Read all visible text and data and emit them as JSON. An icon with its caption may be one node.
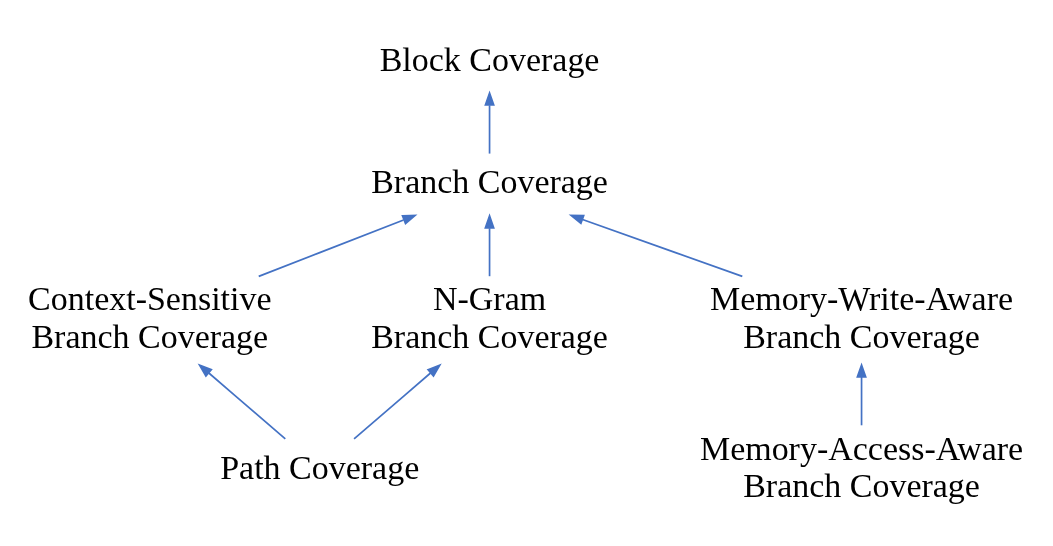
{
  "diagram": {
    "nodes": [
      {
        "text": [
          "Block Coverage"
        ]
      },
      {
        "text": [
          "Branch Coverage"
        ]
      },
      {
        "text": [
          "Context-Sensitive Branch Coverage"
        ]
      },
      {
        "text": [
          "N-Gram Branch Coverage"
        ]
      },
      {
        "text": [
          "Memory-Write-Aware Branch Coverage"
        ]
      },
      {
        "text": [
          "Memory-Access-Aware Branch Coverage"
        ]
      },
      {
        "text": [
          "Path Coverage"
        ]
      }
    ],
    "edges": [
      {
        "from": 1,
        "to": 0,
        "arrow": "to"
      },
      {
        "from": 2,
        "to": 1,
        "arrow": "to"
      },
      {
        "from": 3,
        "to": 1,
        "arrow": "to"
      },
      {
        "from": 4,
        "to": 1,
        "arrow": "to"
      },
      {
        "from": 6,
        "to": 2,
        "arrow": "to"
      },
      {
        "from": 6,
        "to": 3,
        "arrow": "to"
      },
      {
        "from": 5,
        "to": 4,
        "arrow": "to"
      }
    ]
  }
}
